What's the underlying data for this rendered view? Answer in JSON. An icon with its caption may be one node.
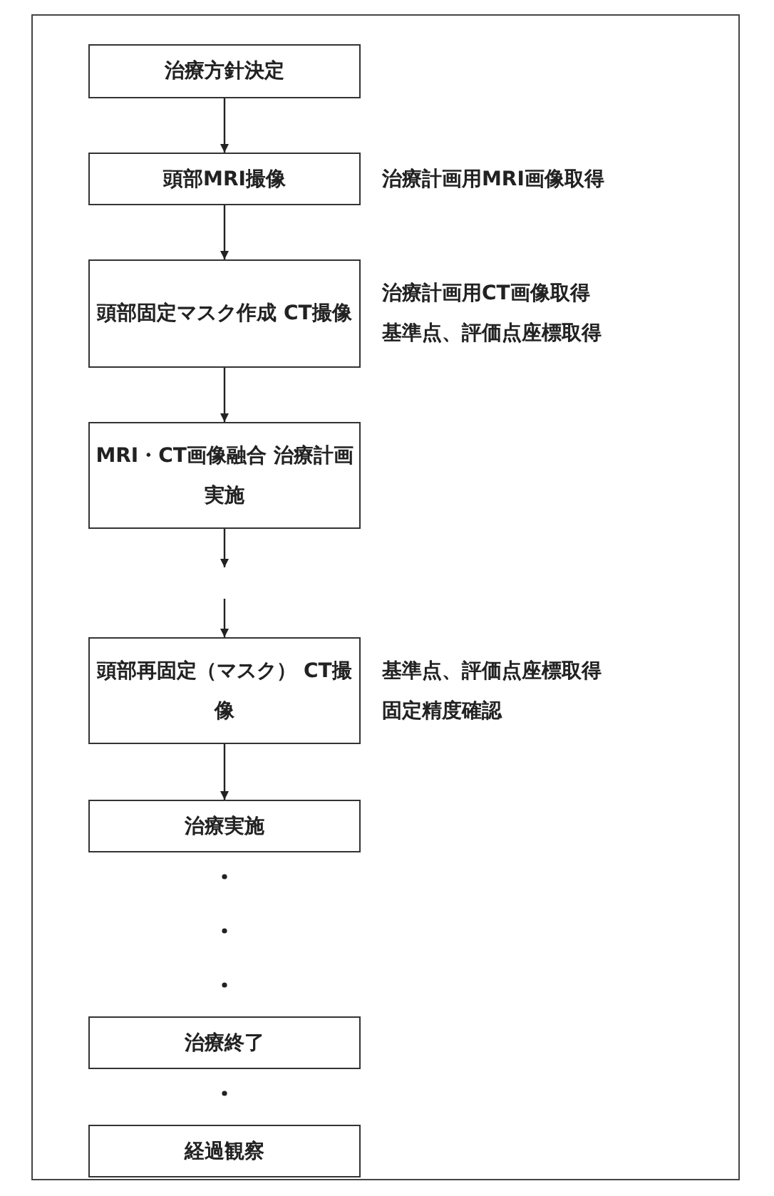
{
  "diagram": {
    "nodes": [
      {
        "text": [
          "治療方針決定"
        ]
      },
      {
        "text": [
          "頭部MRI撮像"
        ],
        "beside": [
          "治療計画用MRI画像取得"
        ]
      },
      {
        "text": [
          "頭部固定マスク作成 CT撮像"
        ],
        "beside": [
          "治療計画用CT画像取得",
          "基準点、評価点座標取得"
        ]
      },
      {
        "text": [
          "MRI・CT画像融合 治療計画実施"
        ]
      },
      {
        "text": [
          "頭部再固定（マスク） CT撮像"
        ],
        "beside": [
          "基準点、評価点座標取得",
          "固定精度確認"
        ]
      },
      {
        "text": [
          "治療実施"
        ]
      },
      {
        "text": [
          "治療終了"
        ]
      },
      {
        "text": [
          "経過観察"
        ]
      }
    ],
    "edges": [
      {
        "from": 0,
        "to": 1,
        "arrow": "to"
      },
      {
        "from": 1,
        "to": 2,
        "arrow": "to"
      },
      {
        "from": 2,
        "to": 3,
        "arrow": "to"
      },
      {
        "from": 3,
        "to": null,
        "arrow": "to"
      },
      {
        "from": null,
        "to": 4,
        "arrow": "to"
      },
      {
        "from": 4,
        "to": 5,
        "arrow": "to"
      }
    ]
  }
}
